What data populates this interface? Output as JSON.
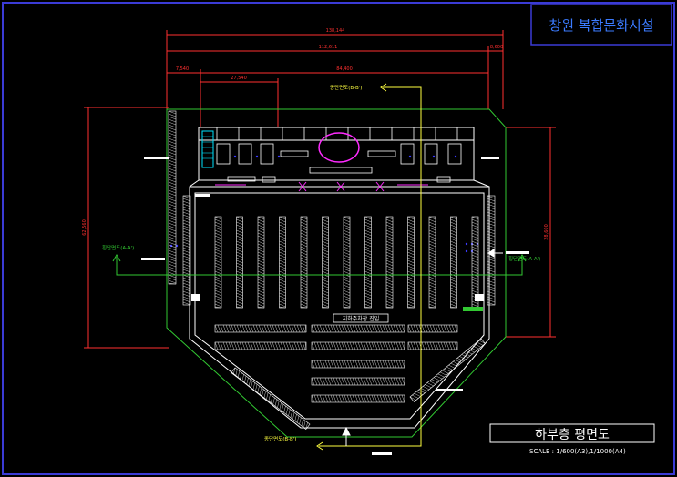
{
  "title_block": {
    "project_name": "창원 복합문화시설",
    "drawing_title": "하부층 평면도",
    "scale_text": "SCALE : 1/600(A3),1/1000(A4)"
  },
  "dimensions": {
    "overall_width": "138,144",
    "inner_width": "112,611",
    "right_offset": "8,600",
    "left_small": "7,540",
    "stage_width": "27,540",
    "center_span": "84,400",
    "left_height": "62,560",
    "right_height": "28,600"
  },
  "section_markers": {
    "top": "종단면도(B-B')",
    "bottom": "종단면도(B-B')",
    "left": "횡단면도(A-A')",
    "right": "횡단면도(A-A')"
  },
  "room_labels": {
    "parking_area": "지하주차장 진입"
  },
  "colors": {
    "background": "#000000",
    "frame": "#3b3bd6",
    "outline": "#ffffff",
    "boundary": "#32c832",
    "dimension": "#ff3030",
    "section_line": "#ffff40",
    "accent_magenta": "#ff2bff",
    "accent_cyan": "#00e5ff"
  }
}
